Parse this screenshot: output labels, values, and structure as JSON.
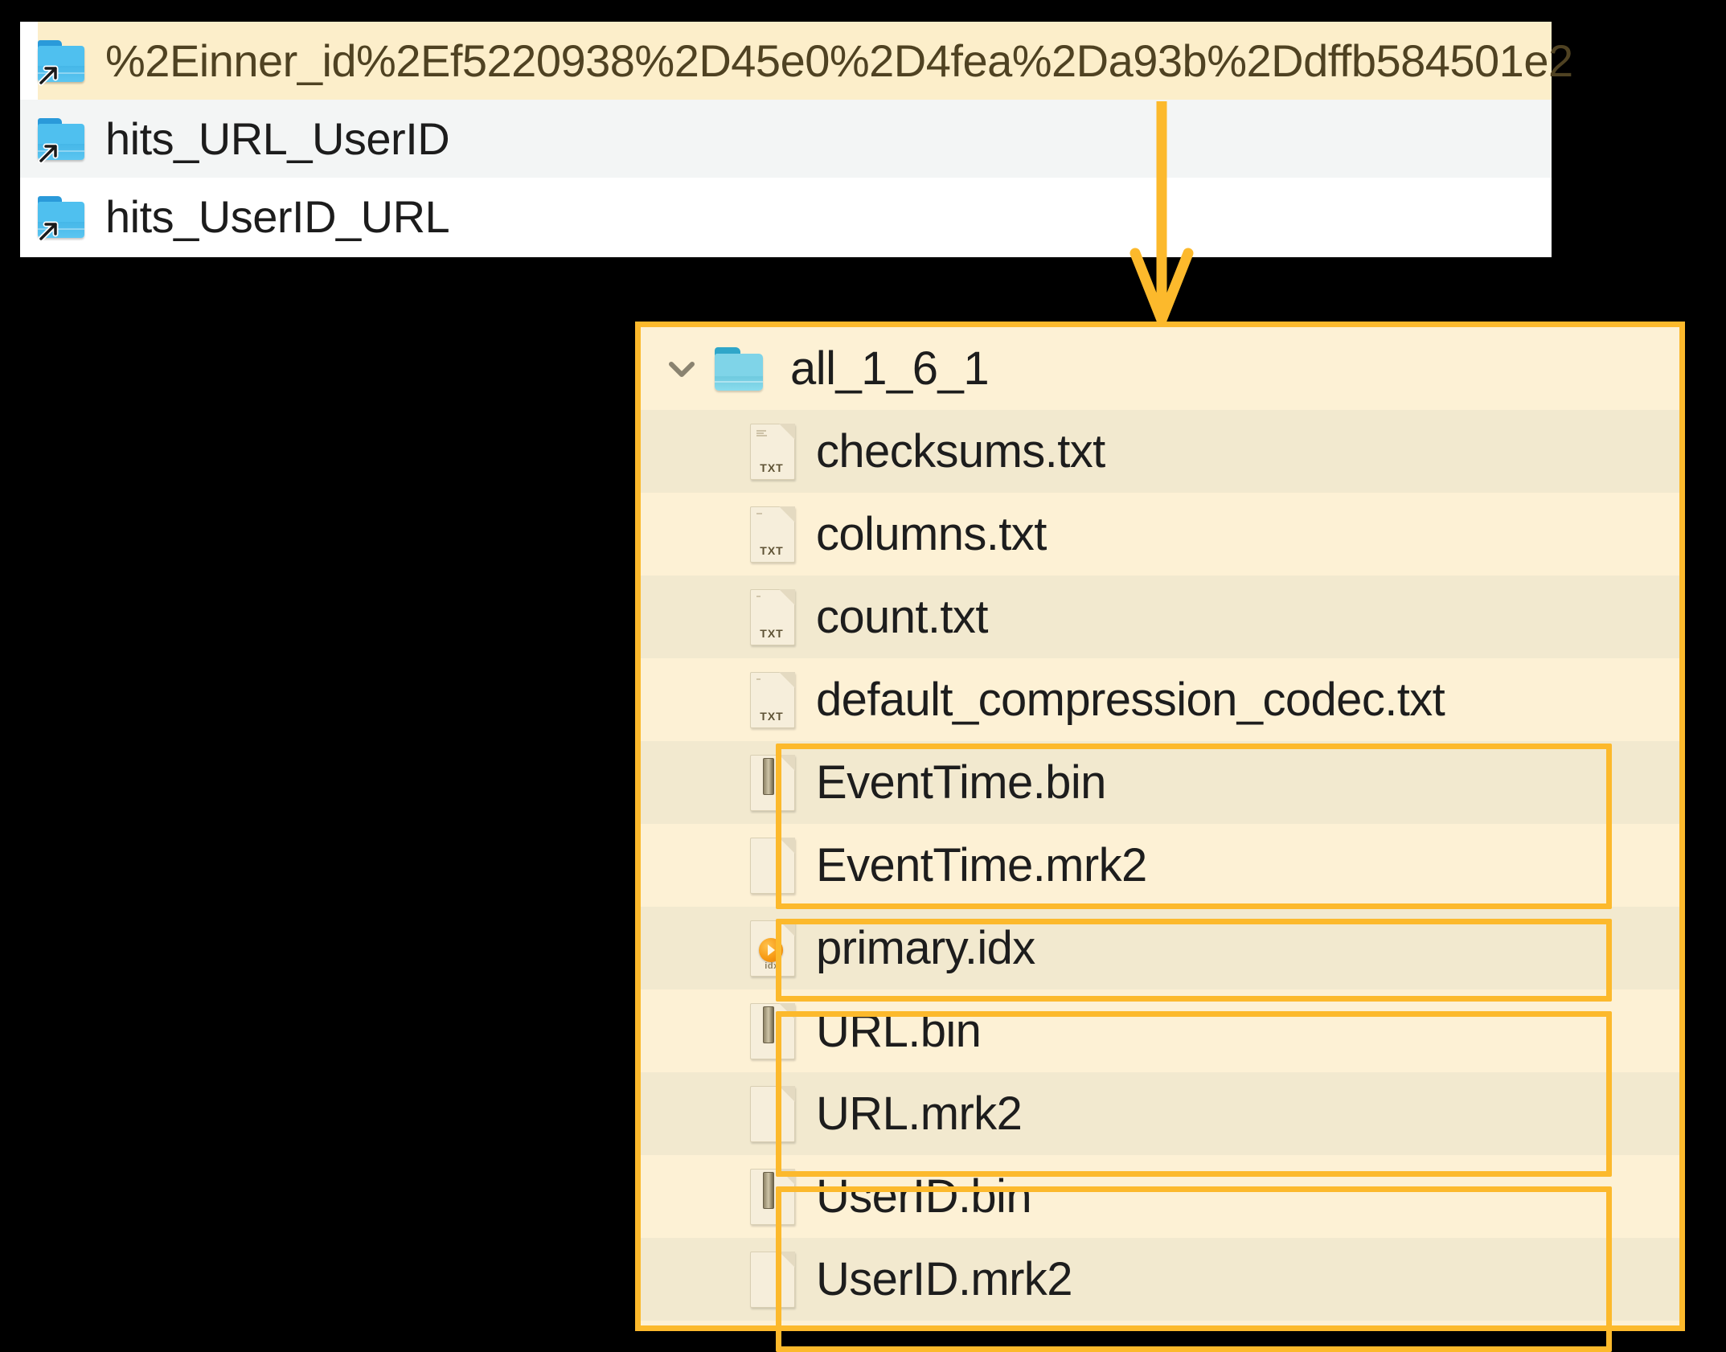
{
  "top_panel": {
    "name": "symlink-folder-list",
    "rows": [
      {
        "label": "%2Einner_id%2Ef5220938%2D45e0%2D4fea%2Da93b%2Ddffb584501e2",
        "icon": "folder-shortcut-icon",
        "selected": true,
        "stripe": "plain"
      },
      {
        "label": "hits_URL_UserID",
        "icon": "folder-shortcut-icon",
        "selected": false,
        "stripe": "alt"
      },
      {
        "label": "hits_UserID_URL",
        "icon": "folder-shortcut-icon",
        "selected": false,
        "stripe": "plain"
      }
    ]
  },
  "connector": {
    "name": "down-arrow-connector",
    "color": "#fcb92c"
  },
  "main_panel": {
    "name": "part-directory-tree",
    "border_color": "#fcb92c",
    "background": "#fdf1d5",
    "directory": {
      "label": "all_1_6_1",
      "icon": "folder-icon",
      "expander": "chevron-down-icon",
      "expanded": true
    },
    "files": [
      {
        "label": "checksums.txt",
        "icon": "txt-file-icon",
        "ext": "TXT",
        "shade": "b",
        "highlighted": false
      },
      {
        "label": "columns.txt",
        "icon": "txt-file-icon",
        "ext": "TXT",
        "shade": "a",
        "highlighted": false
      },
      {
        "label": "count.txt",
        "icon": "txt-file-icon",
        "ext": "TXT",
        "shade": "b",
        "highlighted": false
      },
      {
        "label": "default_compression_codec.txt",
        "icon": "txt-file-icon",
        "ext": "TXT",
        "shade": "a",
        "highlighted": false
      },
      {
        "label": "EventTime.bin",
        "icon": "bin-file-icon",
        "ext": "",
        "shade": "b",
        "highlighted": true
      },
      {
        "label": "EventTime.mrk2",
        "icon": "blank-file-icon",
        "ext": "",
        "shade": "a",
        "highlighted": true
      },
      {
        "label": "primary.idx",
        "icon": "idx-file-icon",
        "ext": "idx",
        "shade": "b",
        "highlighted": true
      },
      {
        "label": "URL.bin",
        "icon": "bin-file-icon",
        "ext": "",
        "shade": "a",
        "highlighted": true
      },
      {
        "label": "URL.mrk2",
        "icon": "blank-file-icon",
        "ext": "",
        "shade": "b",
        "highlighted": true
      },
      {
        "label": "UserID.bin",
        "icon": "bin-file-icon",
        "ext": "",
        "shade": "a",
        "highlighted": true
      },
      {
        "label": "UserID.mrk2",
        "icon": "blank-file-icon",
        "ext": "",
        "shade": "b",
        "highlighted": true
      }
    ],
    "highlight_groups": [
      {
        "name": "eventtime-column-files",
        "first_index": 4,
        "count": 2
      },
      {
        "name": "primary-index-file",
        "first_index": 6,
        "count": 1
      },
      {
        "name": "url-column-files",
        "first_index": 7,
        "count": 2
      },
      {
        "name": "userid-column-files",
        "first_index": 9,
        "count": 2
      }
    ]
  }
}
